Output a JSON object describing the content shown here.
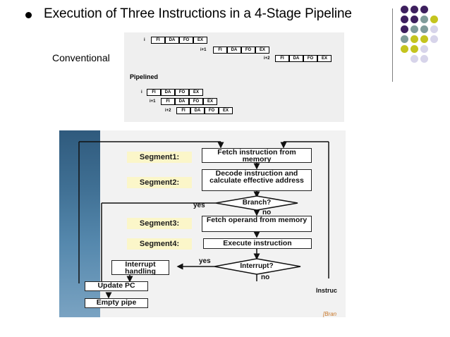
{
  "title": "Execution of Three Instructions in a 4-Stage Pipeline",
  "conventional_label": "Conventional",
  "pipelined_label": "Pipelined",
  "rows": {
    "i": "i",
    "i1": "i+1",
    "i2": "i+2"
  },
  "stages": {
    "fi": "FI",
    "da": "DA",
    "fo": "FO",
    "ex": "EX"
  },
  "flowchart": {
    "segment1": "Segment1:",
    "segment2": "Segment2:",
    "segment3": "Segment3:",
    "segment4": "Segment4:",
    "fetch_instruction": "Fetch instruction from memory",
    "decode": "Decode instruction and calculate effective address",
    "branch": "Branch?",
    "fetch_operand": "Fetch operand from memory",
    "execute": "Execute instruction",
    "interrupt": "Interrupt?",
    "interrupt_handling": "Interrupt handling",
    "update_pc": "Update PC",
    "empty_pipe": "Empty pipe",
    "yes": "yes",
    "no": "no",
    "cut_text_right": "Instruc",
    "cut_text_bottom": "[Bran"
  },
  "colors": {
    "purple": "#3d1f5e",
    "teal": "#7f9c9a",
    "olive": "#c4c41e",
    "lavender": "#d7d4ea"
  }
}
